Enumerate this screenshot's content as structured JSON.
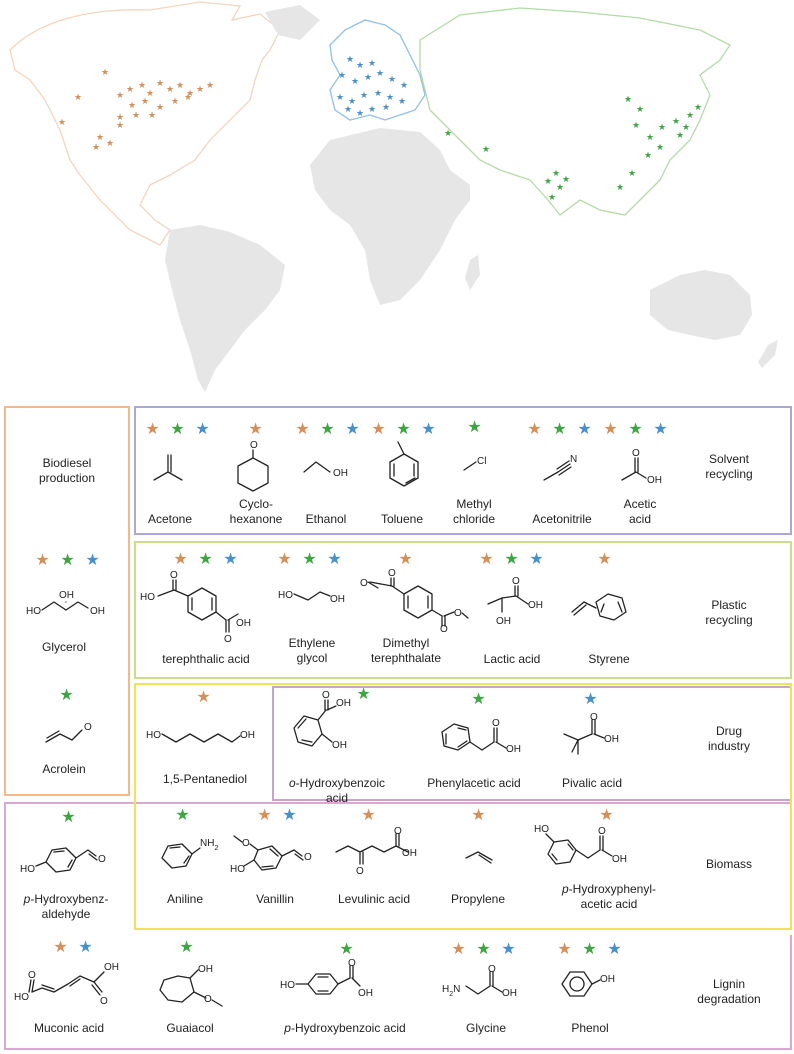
{
  "colors": {
    "orange": "#d4905a",
    "green": "#3fa544",
    "blue": "#4a90c8",
    "land": "#e6e6e6",
    "biodiesel_border": "#f2b98a",
    "solvent_border": "#a9a8d8",
    "plastic_border": "#c7df8a",
    "biomass_border": "#f0e35a",
    "drug_border": "#c9a3cc",
    "lignin_border": "#d9a9d6",
    "na_outline": "#f2d5bd",
    "eu_outline": "#8fc0e6",
    "asia_outline": "#b3dba6"
  },
  "categories": {
    "biodiesel": "Biodiesel\nproduction",
    "solvent": "Solvent\nrecycling",
    "plastic": "Plastic\nrecycling",
    "drug": "Drug\nindustry",
    "biomass": "Biomass",
    "lignin": "Lignin\ndegradation"
  },
  "compounds": {
    "acetone": "Acetone",
    "cyclohexanone": "Cyclo-\nhexanone",
    "ethanol": "Ethanol",
    "toluene": "Toluene",
    "methyl_chloride": "Methyl\nchloride",
    "acetonitrile": "Acetonitrile",
    "acetic_acid": "Acetic\nacid",
    "glycerol": "Glycerol",
    "acrolein": "Acrolein",
    "terephthalic_acid": "terephthalic acid",
    "ethylene_glycol": "Ethylene\nglycol",
    "dimethyl_terephthalate": "Dimethyl\nterephthalate",
    "lactic_acid": "Lactic acid",
    "styrene": "Styrene",
    "pentanediol": "1,5-Pentanediol",
    "o_hydroxybenzoic_prefix": "o",
    "o_hydroxybenzoic_rest": "-Hydroxybenzoic\nacid",
    "phenylacetic_acid": "Phenylacetic acid",
    "pivalic_acid": "Pivalic acid",
    "p_hydroxybenzaldehyde_prefix": "p",
    "p_hydroxybenzaldehyde_rest": "-Hydroxybenz-\naldehyde",
    "aniline": "Aniline",
    "vanillin": "Vanillin",
    "levulinic_acid": "Levulinic acid",
    "propylene": "Propylene",
    "p_hydroxyphenylacetic_prefix": "p",
    "p_hydroxyphenylacetic_rest": "-Hydroxyphenyl-\nacetic acid",
    "muconic_acid": "Muconic acid",
    "guaiacol": "Guaiacol",
    "p_hydroxybenzoic_prefix": "p",
    "p_hydroxybenzoic_rest": "-Hydroxybenzoic acid",
    "glycine": "Glycine",
    "phenol": "Phenol"
  },
  "atoms": {
    "O": "O",
    "OH": "OH",
    "HO": "HO",
    "Cl": "Cl",
    "N": "N",
    "NH2": "NH",
    "sub2": "2",
    "H2N": "H",
    "H2N_N": "N"
  },
  "star_glyph": "★"
}
